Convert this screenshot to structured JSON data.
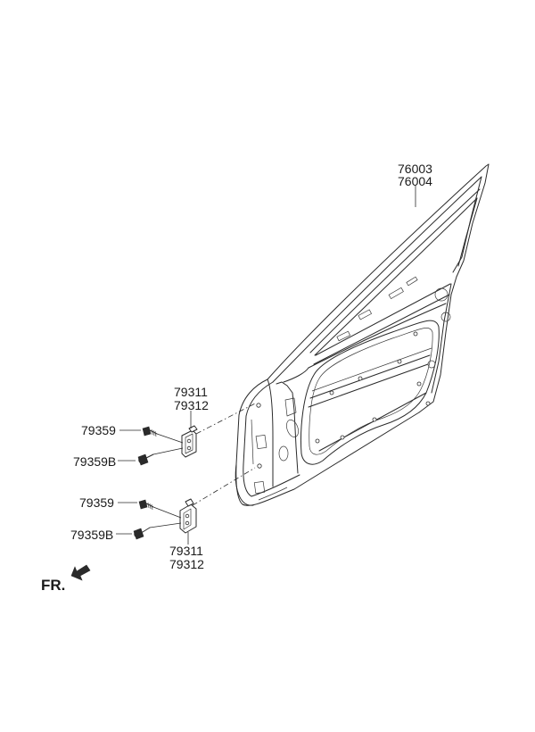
{
  "labels": {
    "door_panel_upper": "76003",
    "door_panel_lower": "76004",
    "upper_hinge_a": "79311",
    "upper_hinge_b": "79312",
    "lower_hinge_a": "79311",
    "lower_hinge_b": "79312",
    "upper_bolt": "79359",
    "upper_bolt_b": "79359B",
    "lower_bolt": "79359",
    "lower_bolt_b": "79359B"
  },
  "direction": {
    "text": "FR.",
    "arrow_icon": "arrow-front-left-icon"
  }
}
